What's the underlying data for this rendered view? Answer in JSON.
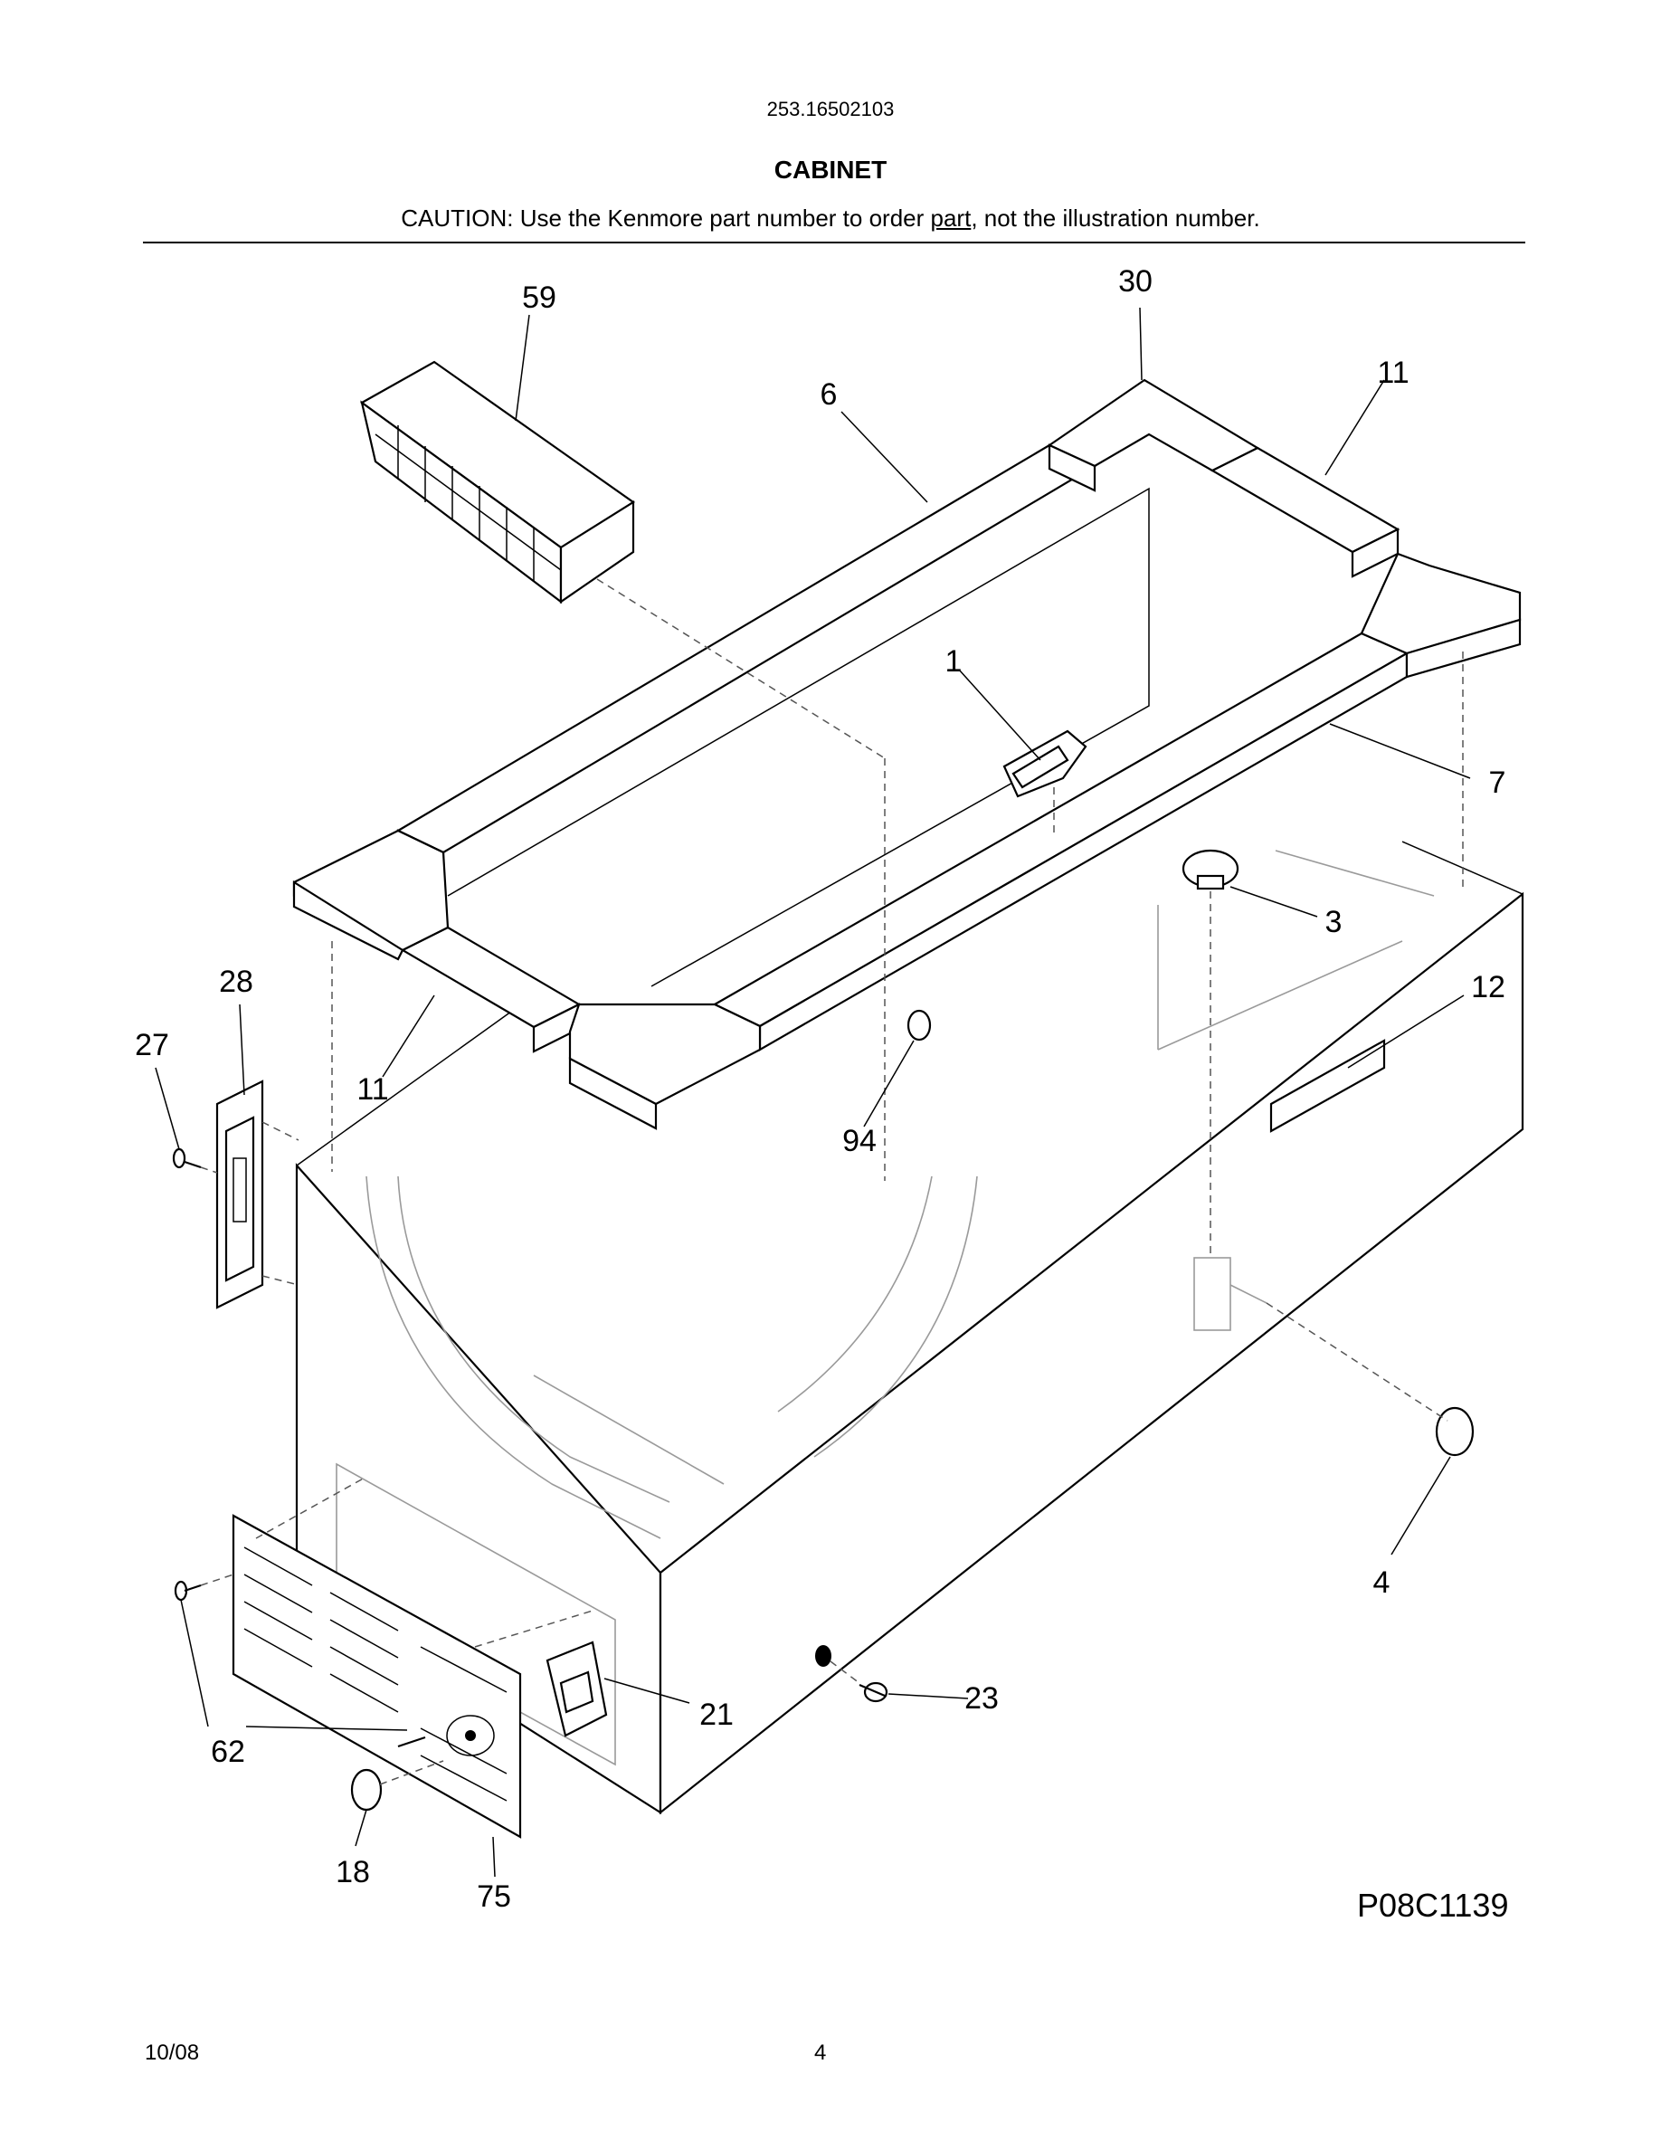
{
  "header": {
    "model_number": "253.16502103",
    "section_title": "CABINET",
    "caution_prefix": "CAUTION: Use the Kenmore part number to order ",
    "caution_underlined": "part",
    "caution_suffix": ", not the illustration number."
  },
  "callouts": {
    "c59": "59",
    "c30": "30",
    "c11a": "11",
    "c6": "6",
    "c1": "1",
    "c7": "7",
    "c3": "3",
    "c12": "12",
    "c28": "28",
    "c27": "27",
    "c11b": "11",
    "c94": "94",
    "c4": "4",
    "c21": "21",
    "c23": "23",
    "c62": "62",
    "c18": "18",
    "c75": "75"
  },
  "figure_id": "P08C1139",
  "footer": {
    "date": "10/08",
    "page": "4"
  }
}
